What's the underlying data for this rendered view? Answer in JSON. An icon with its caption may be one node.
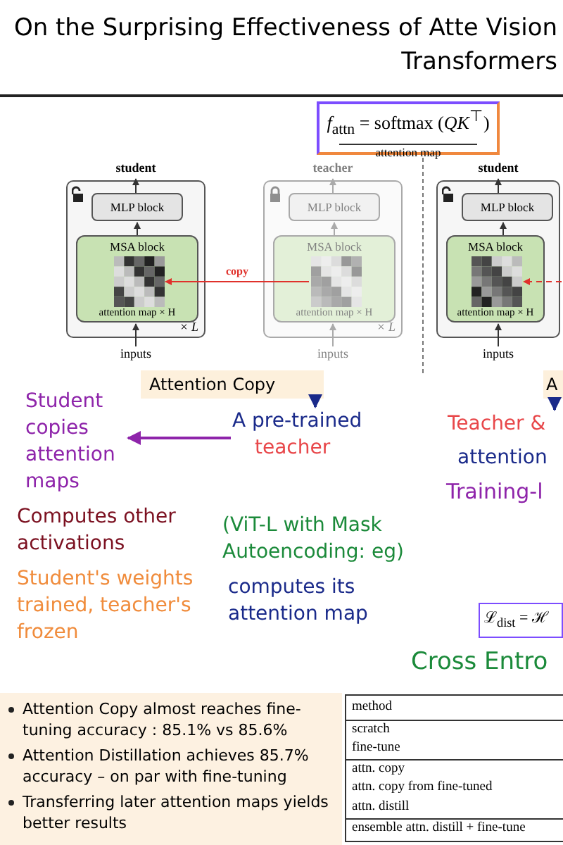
{
  "diagram": {
    "title": "On the Surprising Effectiveness of Atte Vision Transformers",
    "nodes": [
      {
        "text": [
          "*f*$_{attn}$ = softmax (*QK*$^{⊤}$)",
          "attention map"
        ]
      },
      {
        "text": [
          "student"
        ]
      },
      {
        "text": [
          "× L"
        ]
      },
      {
        "text": [
          "MLP block"
        ],
        "in": 2
      },
      {
        "text": [
          "MSA block",
          "attention map × H"
        ],
        "in": 2
      },
      {
        "text": [],
        "shape": "grid",
        "in": 4
      },
      {
        "text": [
          "inputs"
        ]
      },
      {
        "text": [
          "teacher"
        ]
      },
      {
        "text": [
          "× L"
        ]
      },
      {
        "text": [
          "MLP block"
        ],
        "in": 8
      },
      {
        "text": [
          "MSA block",
          "attention map × H"
        ],
        "in": 8
      },
      {
        "text": [],
        "shape": "grid",
        "in": 10
      },
      {
        "text": [
          "inputs"
        ]
      },
      {
        "text": [
          "student"
        ]
      },
      {
        "text": [],
        "shape": "box"
      },
      {
        "text": [
          "MLP block"
        ],
        "in": 14
      },
      {
        "text": [
          "MSA block",
          "attention map × H"
        ],
        "in": 14
      },
      {
        "text": [],
        "shape": "grid",
        "in": 16
      },
      {
        "text": [
          "inputs"
        ]
      },
      {
        "text": [
          "Attention Copy"
        ]
      },
      {
        "text": [
          "A"
        ]
      },
      {
        "text": [
          "A pre-trained",
          "teacher"
        ]
      },
      {
        "text": [
          "Student copies attention maps"
        ]
      },
      {
        "text": [
          "Teacher &"
        ]
      }
    ],
    "edges": [
      {
        "from": 6,
        "to": 4,
        "arrow": "to"
      },
      {
        "from": 4,
        "to": 3,
        "arrow": "to"
      },
      {
        "from": 3,
        "to": 1,
        "arrow": "to"
      },
      {
        "from": 12,
        "to": 10,
        "arrow": "to",
        "color": "#aaaaaa"
      },
      {
        "from": 10,
        "to": 9,
        "arrow": "to",
        "color": "#aaaaaa"
      },
      {
        "from": 9,
        "to": 7,
        "arrow": "to",
        "color": "#aaaaaa"
      },
      {
        "from": 11,
        "to": 5,
        "arrow": "to",
        "label": "copy",
        "color": "#e0312b"
      },
      {
        "from": 18,
        "to": 16,
        "arrow": "to"
      },
      {
        "from": 16,
        "to": 15,
        "arrow": "to"
      },
      {
        "from": 15,
        "to": 13,
        "arrow": "to"
      },
      {
        "from": null,
        "to": 17,
        "arrow": "to",
        "style": "dashed",
        "color": "#e0312b"
      },
      {
        "from": 19,
        "to": 21,
        "arrow": "to",
        "color": "#1a2a8a"
      },
      {
        "from": 21,
        "to": 22,
        "arrow": "to",
        "color": "#8e24aa"
      },
      {
        "from": 20,
        "to": 23,
        "arrow": "to",
        "color": "#1a2a8a"
      }
    ],
    "labels": [
      "attention",
      "Training-l",
      "Computes other activations",
      "(ViT-L with Mask Autoencoding: eg)",
      "Student's weights trained, teacher's frozen",
      "computes its attention map",
      "ℒ$_{dist}$ = ℋ",
      "Cross Entro",
      "Attention Copy almost reaches fine-tuning accuracy : 85.1% vs 85.6%",
      "Attention Distillation achieves 85.7% accuracy – on par with fine-tuning",
      "Transferring later attention maps yields better results",
      "method",
      "scratch",
      "fine-tune",
      "attn. copy",
      "attn. copy from fine-tuned",
      "attn. distill",
      "ensemble attn. distill + fine-tune"
    ]
  }
}
